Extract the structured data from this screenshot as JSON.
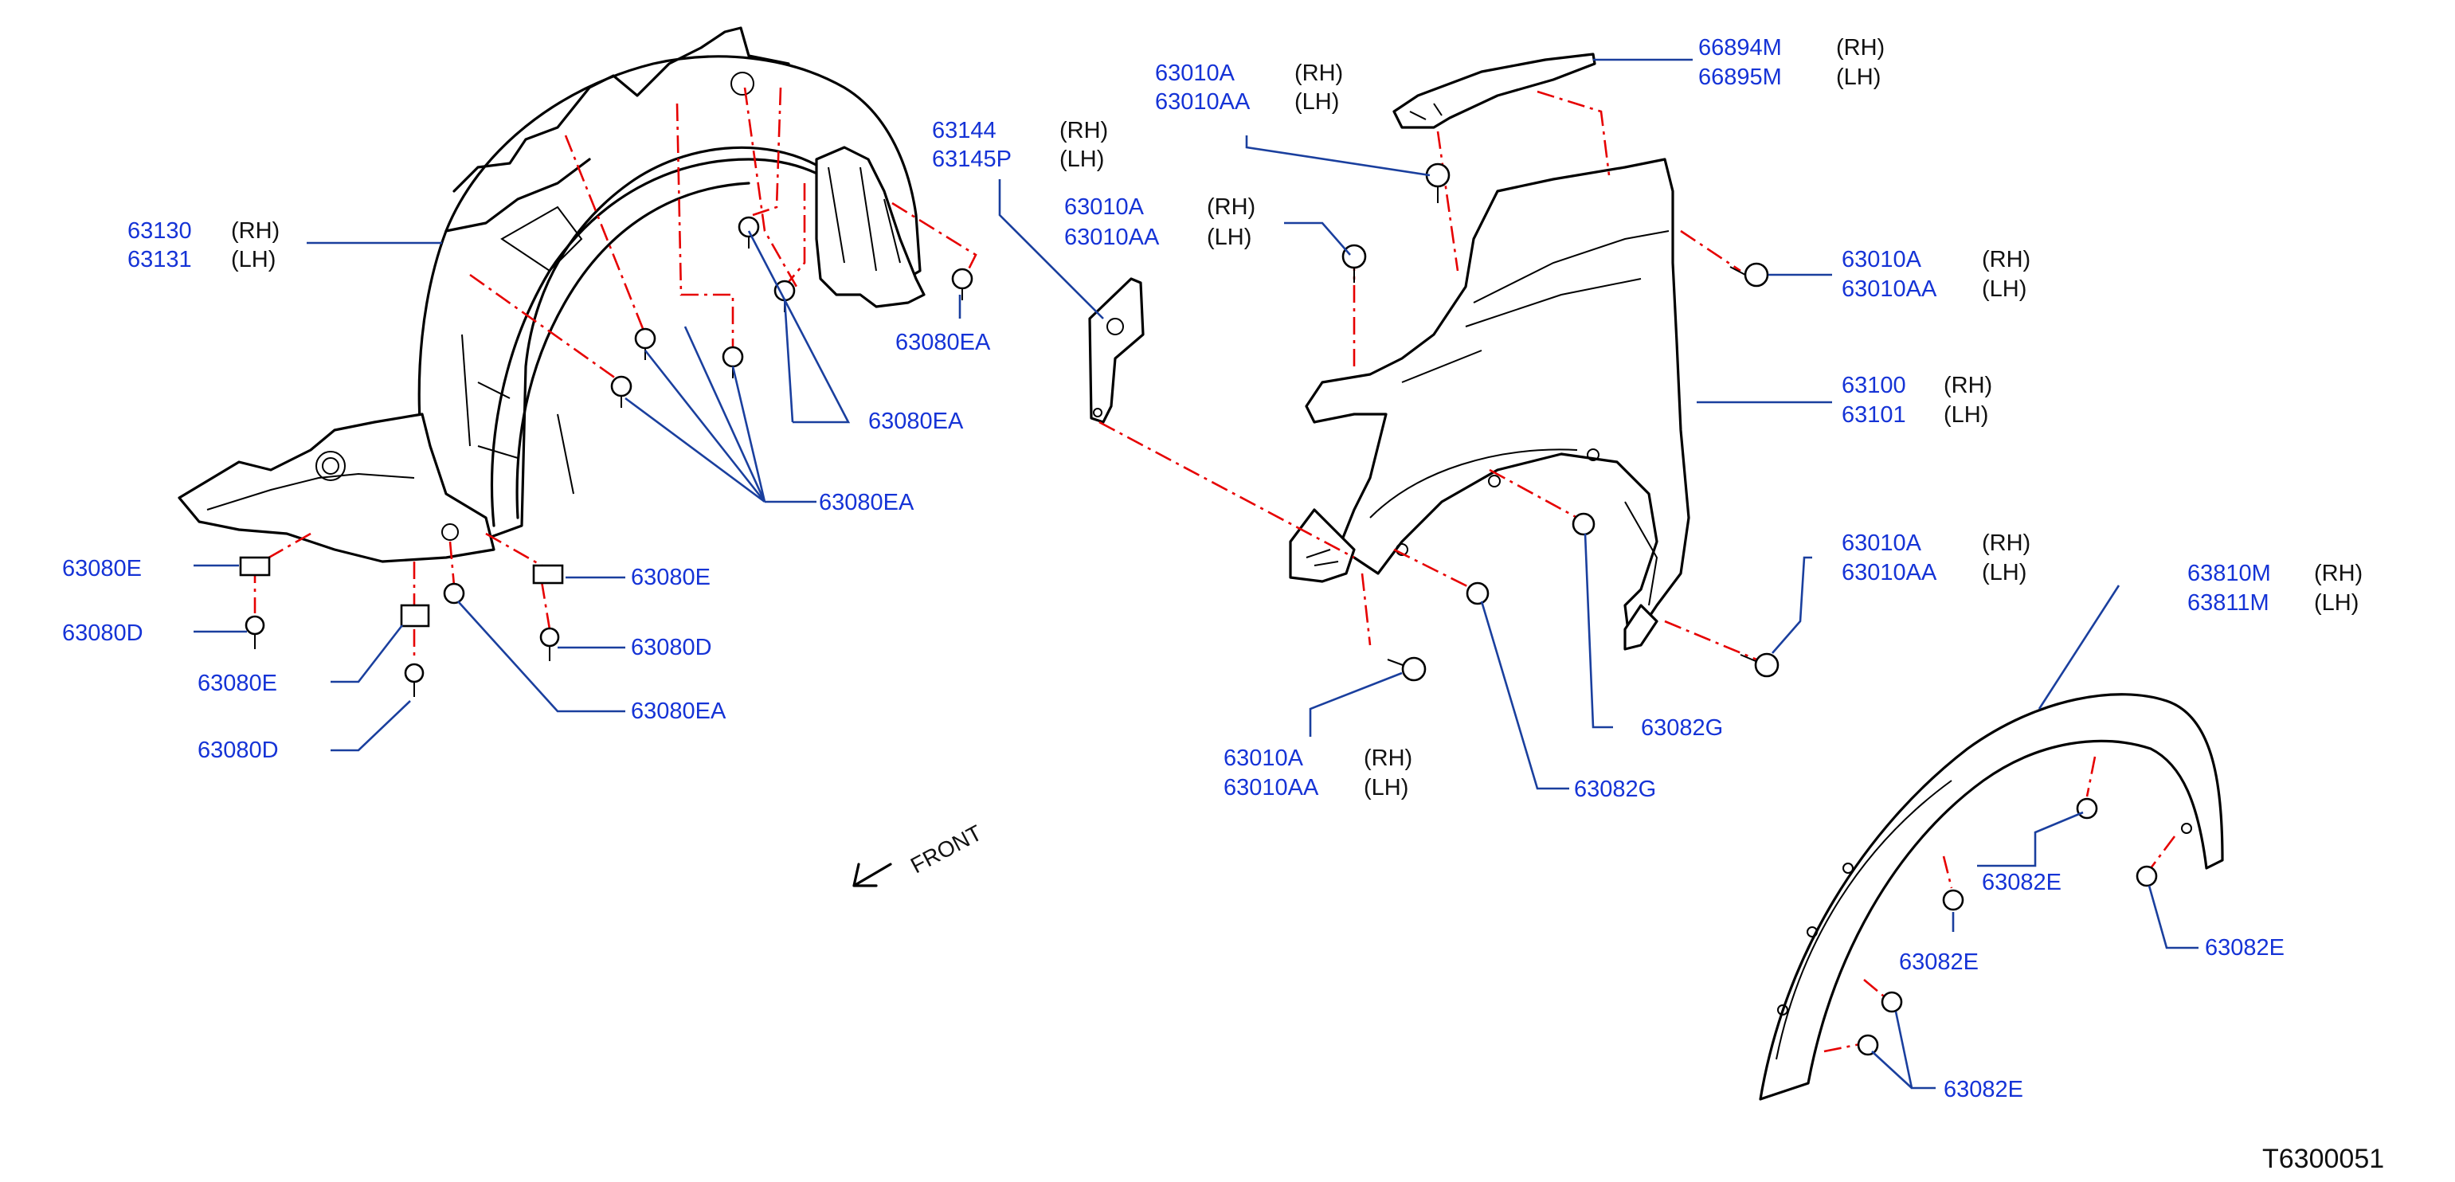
{
  "diagram_code": "T6300051",
  "front_label": "FRONT",
  "colors": {
    "part_number": "#1533d6",
    "leader": "#1a3f9e",
    "assembly_line": "#e60000",
    "outline": "#000000"
  },
  "callouts": {
    "fender_protector": {
      "rh": "63130",
      "lh": "63131",
      "rh_side": "(RH)",
      "lh_side": "(LH)"
    },
    "fender_bracket": {
      "rh": "63144",
      "lh": "63145P",
      "rh_side": "(RH)",
      "lh_side": "(LH)"
    },
    "bolt_upper_left": {
      "rh": "63010A",
      "lh": "63010AA",
      "rh_side": "(RH)",
      "lh_side": "(LH)"
    },
    "bolt_mid_left": {
      "rh": "63010A",
      "lh": "63010AA",
      "rh_side": "(RH)",
      "lh_side": "(LH)"
    },
    "fender_top_bracket": {
      "rh": "66894M",
      "lh": "66895M",
      "rh_side": "(RH)",
      "lh_side": "(LH)"
    },
    "bolt_fender_top_right": {
      "rh": "63010A",
      "lh": "63010AA",
      "rh_side": "(RH)",
      "lh_side": "(LH)"
    },
    "front_fender": {
      "rh": "63100",
      "lh": "63101",
      "rh_side": "(RH)",
      "lh_side": "(LH)"
    },
    "bolt_fender_rear": {
      "rh": "63010A",
      "lh": "63010AA",
      "rh_side": "(RH)",
      "lh_side": "(LH)"
    },
    "bolt_fender_bottom": {
      "rh": "63010A",
      "lh": "63010AA",
      "rh_side": "(RH)",
      "lh_side": "(LH)"
    },
    "wheel_arch_molding": {
      "rh": "63810M",
      "lh": "63811M",
      "rh_side": "(RH)",
      "lh_side": "(LH)"
    },
    "clip_63080EA_a": "63080EA",
    "clip_63080EA_b": "63080EA",
    "clip_63080EA_c": "63080EA",
    "clip_63080EA_d": "63080EA",
    "nut_63080E_a": "63080E",
    "screw_63080D_a": "63080D",
    "nut_63080E_b": "63080E",
    "screw_63080D_b": "63080D",
    "nut_63080E_c": "63080E",
    "screw_63080D_c": "63080D",
    "clip_63082G_a": "63082G",
    "clip_63082G_b": "63082G",
    "clip_63082E_a": "63082E",
    "clip_63082E_b": "63082E",
    "clip_63082E_c": "63082E",
    "clip_63082E_d": "63082E"
  }
}
